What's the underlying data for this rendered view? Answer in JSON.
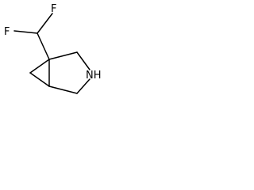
{
  "molecule": {
    "atoms": {
      "fluorine_left": "F",
      "fluorine_right": "F",
      "amine": "NH"
    },
    "colors": {
      "bond": "#000000",
      "text": "#000000",
      "background": "#ffffff"
    }
  }
}
